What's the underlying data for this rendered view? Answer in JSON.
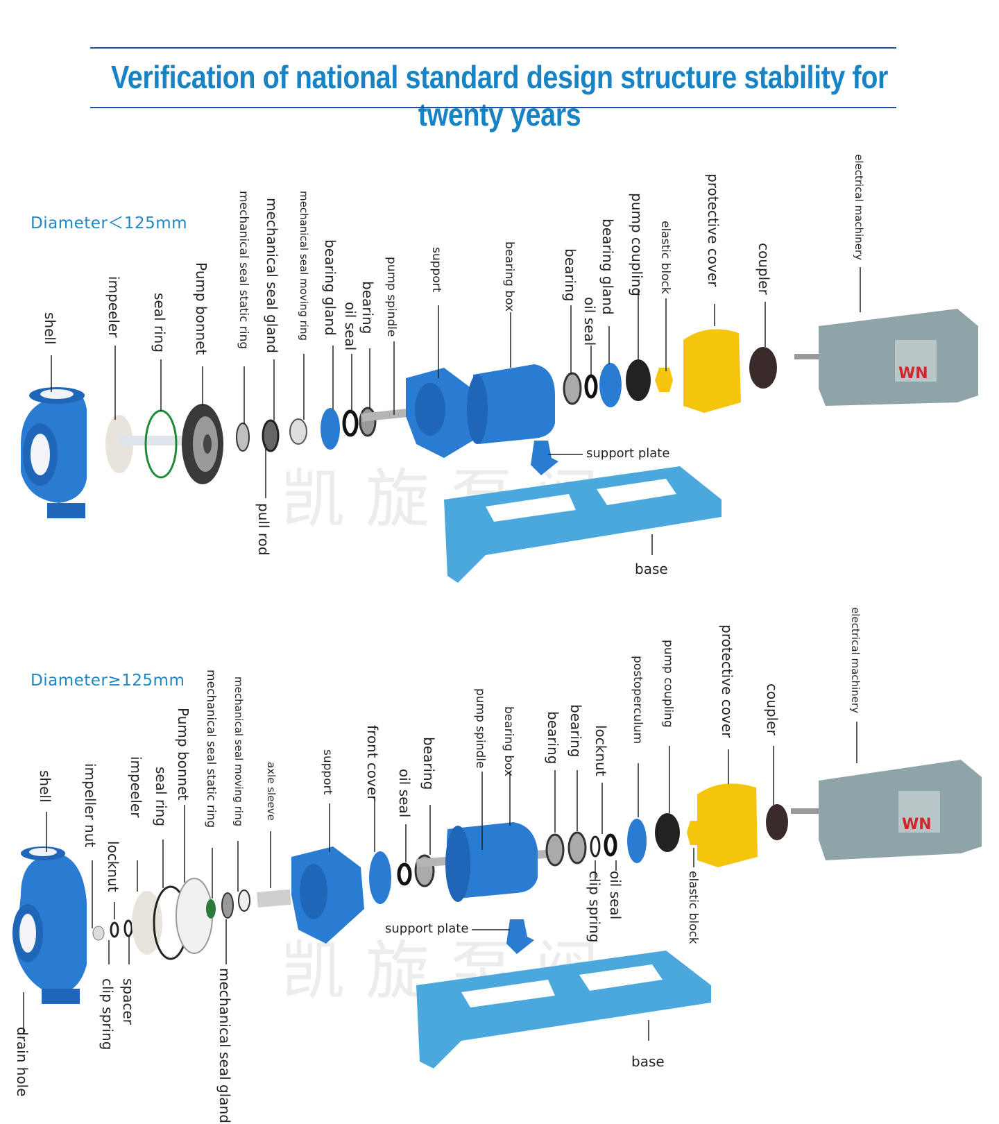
{
  "header": {
    "title": "Verification of national standard design structure stability for twenty years"
  },
  "sections": [
    {
      "title": "Diameter＜125mm",
      "labels": {
        "shell": "shell",
        "impeeler": "impeeler",
        "seal_ring": "seal ring",
        "pump_bonnet": "Pump bonnet",
        "mech_seal_static_ring": "mechanical seal static ring",
        "mech_seal_gland": "mechanical seal gland",
        "mech_seal_moving_ring": "mechanical seal moving ring",
        "bearing_gland_1": "bearing gland",
        "oil_seal_1": "oil seal",
        "bearing_1": "bearing",
        "pump_spindle": "pump spindle",
        "support": "support",
        "bearing_box": "bearing box",
        "bearing_2": "bearing",
        "oil_seal_2": "oil seal",
        "bearing_gland_2": "bearing gland",
        "pump_coupling": "pump coupling",
        "elastic_block": "elastic block",
        "protective_cover": "protective cover",
        "coupler": "coupler",
        "electrical_machinery": "electrical machinery",
        "pull_rod": "pull rod",
        "support_plate": "support plate",
        "base": "base"
      }
    },
    {
      "title": "Diameter≥125mm",
      "labels": {
        "shell": "shell",
        "impeller_nut": "impeller nut",
        "locknut_1": "locknut",
        "impeeler": "impeeler",
        "seal_ring": "seal ring",
        "pump_bonnet": "Pump bonnet",
        "mech_seal_static_ring": "mechanical seal static ring",
        "mech_seal_moving_ring": "mechanical seal moving ring",
        "axle_sleeve": "axle sleeve",
        "support": "support",
        "front_cover": "front cover",
        "oil_seal_1": "oil seal",
        "bearing_1": "bearing",
        "pump_spindle": "pump spindle",
        "bearing_box": "bearing box",
        "bearing_2": "bearing",
        "bearing_3": "bearing",
        "locknut_2": "locknut",
        "postoperculum": "postoperculum",
        "pump_coupling": "pump coupling",
        "protective_cover": "protective cover",
        "coupler": "coupler",
        "electrical_machinery": "electrical machinery",
        "drain_hole": "drain hole",
        "clip_spring_1": "clip spring",
        "spacer": "spacer",
        "mech_seal_gland": "mechanical seal gland",
        "clip_spring_2": "clip spring",
        "oil_seal_2": "oil seal",
        "elastic_block": "elastic block",
        "support_plate": "support plate",
        "base": "base"
      }
    }
  ],
  "motor_badge": "WN",
  "watermark": "凯旋泵阀",
  "colors": {
    "title_blue": "#1783c4",
    "pump_blue": "#2a7bd2",
    "base_blue": "#4aa8dc",
    "motor_grey": "#8fa4a8",
    "cover_yellow": "#f5c40c",
    "badge_red": "#d0262b"
  }
}
